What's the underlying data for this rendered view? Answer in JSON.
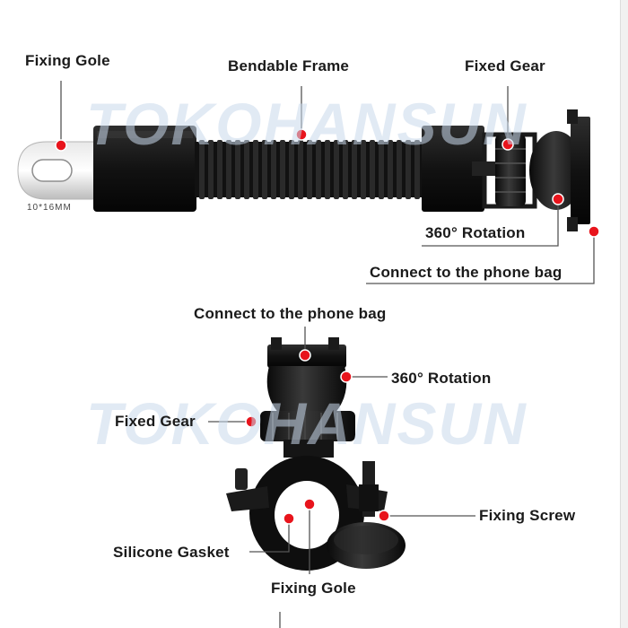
{
  "watermark": "TOKOHANSUN",
  "top": {
    "fixing_gole": "Fixing Gole",
    "bendable_frame": "Bendable Frame",
    "fixed_gear": "Fixed Gear",
    "rotation": "360° Rotation",
    "connect": "Connect to the phone bag",
    "size": "10*16MM"
  },
  "bottom": {
    "connect": "Connect to the phone bag",
    "rotation": "360° Rotation",
    "fixed_gear": "Fixed Gear",
    "fixing_screw": "Fixing Screw",
    "silicone_gasket": "Silicone Gasket",
    "fixing_gole": "Fixing Gole"
  },
  "colors": {
    "marker": "#e8141c",
    "part": "#161616",
    "line": "#555555"
  }
}
